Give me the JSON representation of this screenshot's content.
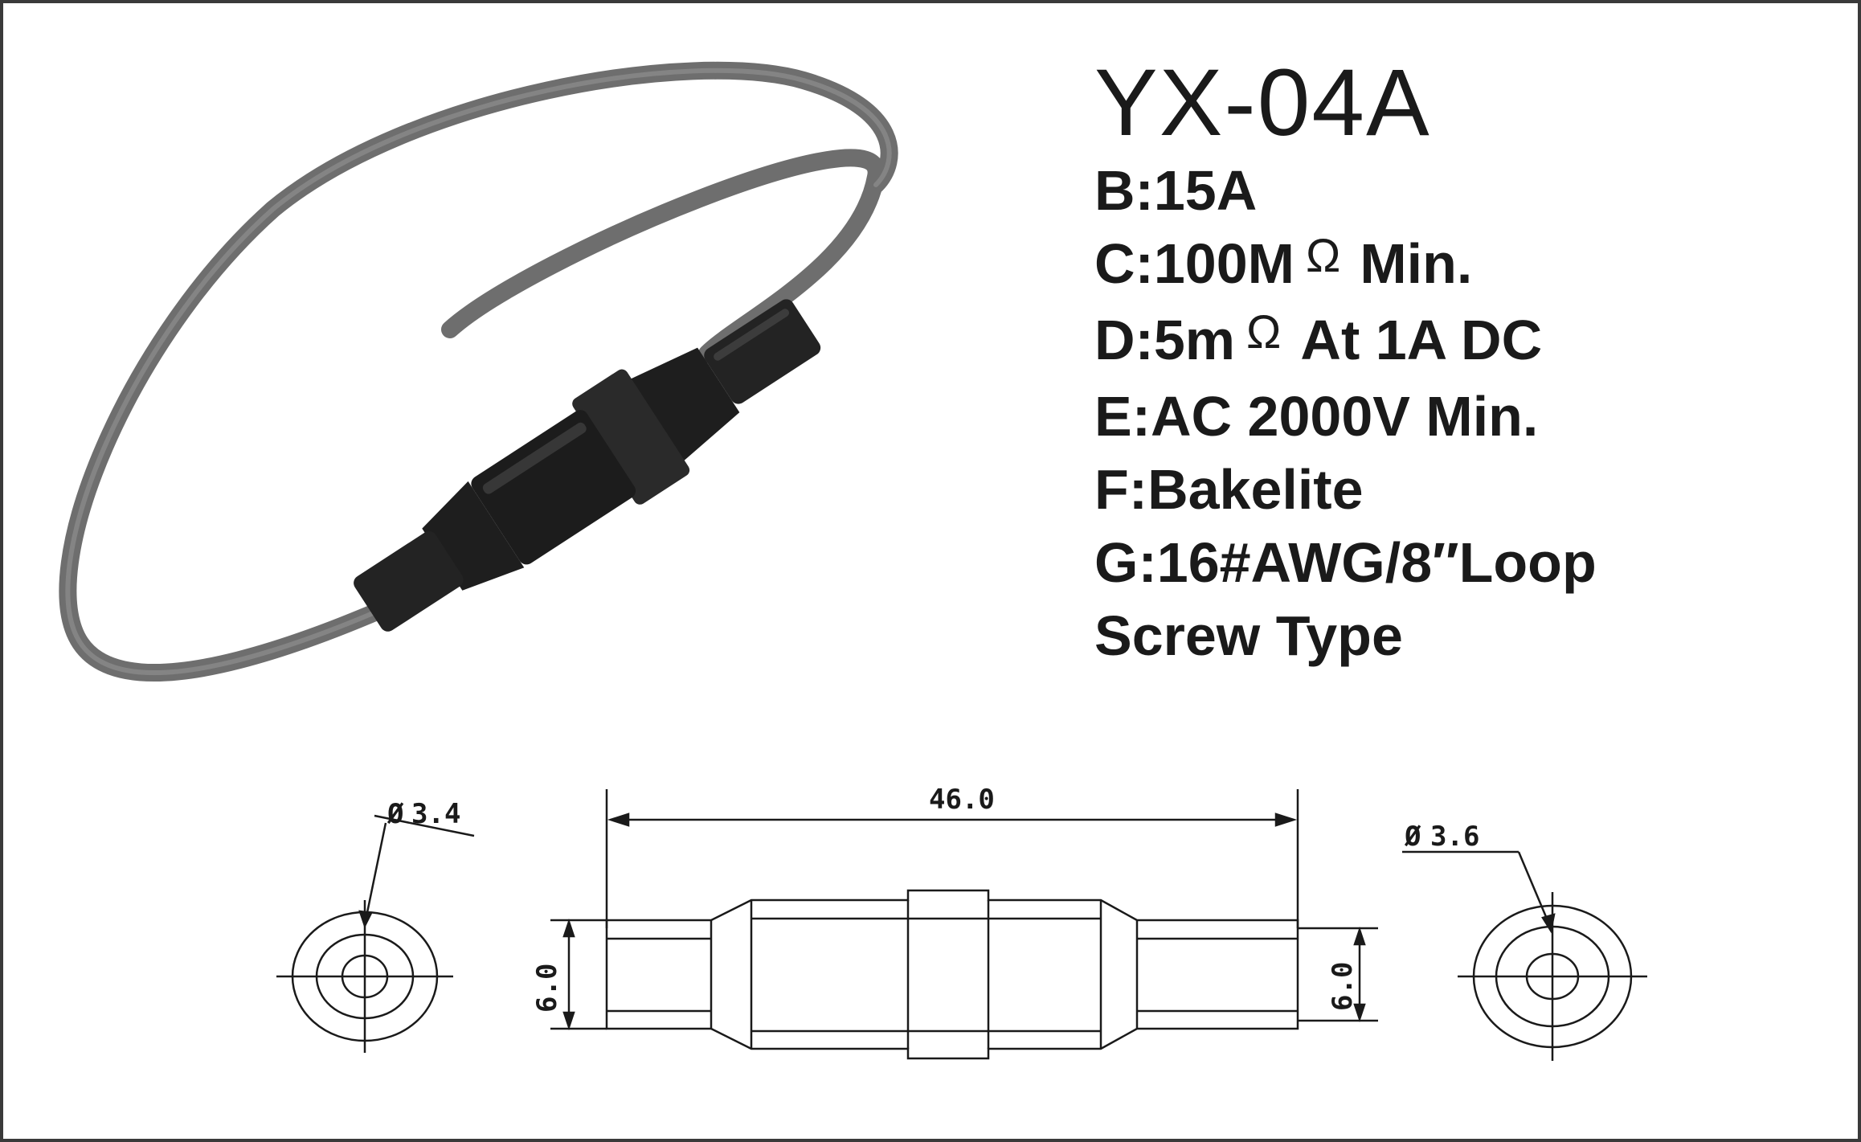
{
  "model": "YX-04A",
  "specs": {
    "b": "B:15A",
    "c_prefix": "C:100M",
    "c_suffix": "Min.",
    "d_prefix": "D:5m",
    "d_suffix": "At 1A DC",
    "e": "E:AC 2000V Min.",
    "f": "F:Bakelite",
    "g": "G:16#AWG/8″Loop",
    "type": "Screw Type",
    "omega": "Ω"
  },
  "drawing": {
    "length": "46.0",
    "left_diameter": "3.4",
    "right_diameter": "3.6",
    "left_height": "6.0",
    "right_height": "6.0",
    "diameter_symbol": "Ø"
  },
  "colors": {
    "wire": "#6e6e6e",
    "holder": "#1e1e1e",
    "line": "#1a1a1a"
  }
}
